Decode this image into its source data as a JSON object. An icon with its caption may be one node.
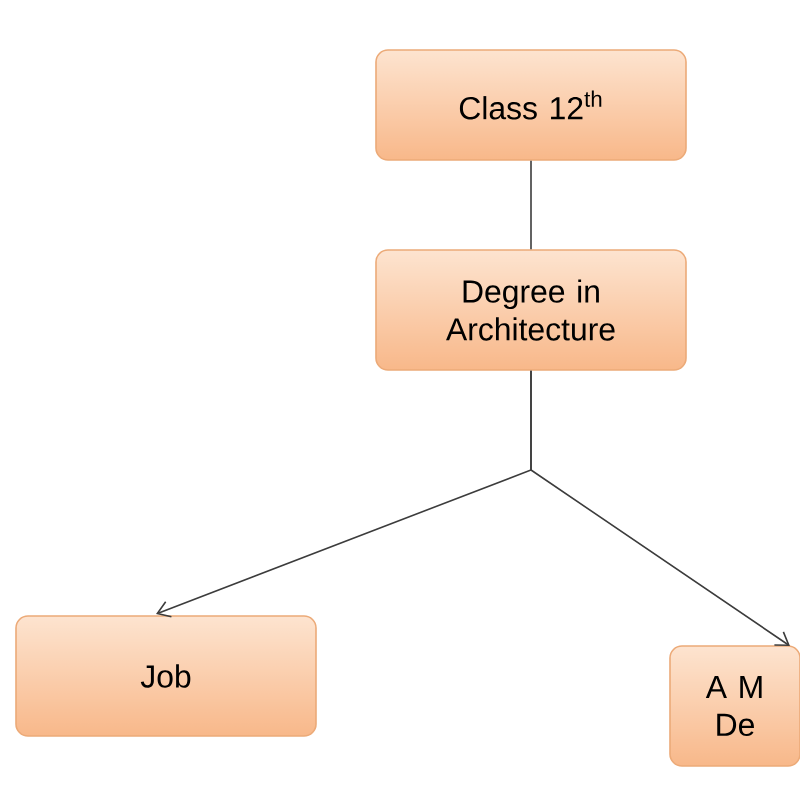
{
  "diagram": {
    "nodes": [
      {
        "text": [
          "Class 12$^{th}$"
        ]
      },
      {
        "text": [
          "Degree in Architecture"
        ]
      },
      {
        "text": [
          "Job"
        ]
      },
      {
        "text": [
          "A M De"
        ]
      }
    ],
    "edges": [
      {
        "from": 0,
        "to": 1,
        "arrow": "none"
      },
      {
        "from": 1,
        "to": 2,
        "arrow": "to"
      },
      {
        "from": 1,
        "to": 3,
        "arrow": "to"
      }
    ]
  }
}
